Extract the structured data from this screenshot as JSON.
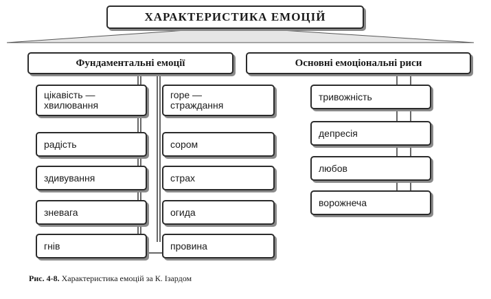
{
  "title": "ХАРАКТЕРИСТИКА ЕМОЦІЙ",
  "left_header": "Фундаментальні емоції",
  "right_header": "Основні емоціональні риси",
  "fundamental_left": [
    {
      "label": "цікавість —\nхвилювання"
    },
    {
      "label": "радість"
    },
    {
      "label": "здивування"
    },
    {
      "label": "зневага"
    },
    {
      "label": "гнів"
    }
  ],
  "fundamental_right": [
    {
      "label": "горе —\nстраждання"
    },
    {
      "label": "сором"
    },
    {
      "label": "страх"
    },
    {
      "label": "огида"
    },
    {
      "label": "провина"
    }
  ],
  "traits": [
    {
      "label": "тривожність"
    },
    {
      "label": "депресія"
    },
    {
      "label": "любов"
    },
    {
      "label": "ворожнеча"
    }
  ],
  "caption": {
    "prefix": "Рис. 4-8.",
    "text": "Характеристика емоцій за К. Ізардом"
  }
}
